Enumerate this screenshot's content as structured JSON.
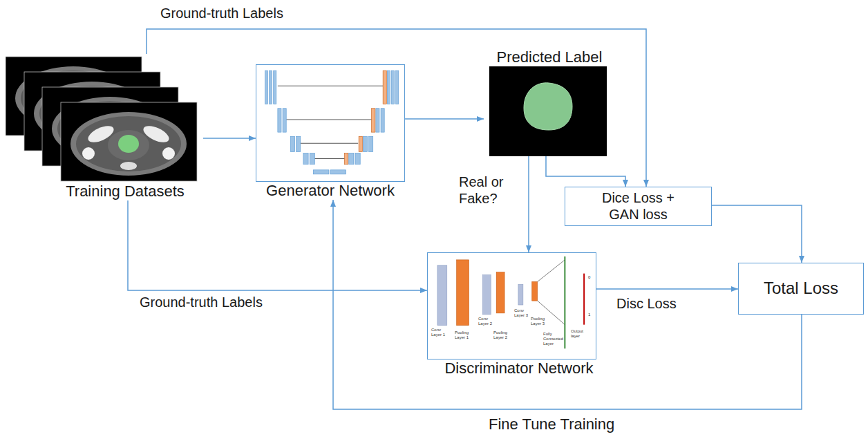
{
  "diagram": {
    "nodes": [
      {
        "text": [
          "Training Datasets"
        ]
      },
      {
        "text": [
          "Generator Network"
        ]
      },
      {
        "text": [
          "Predicted Label"
        ]
      },
      {
        "text": [
          "Dice Loss + GAN loss"
        ]
      },
      {
        "text": [
          "Discriminator Network"
        ]
      },
      {
        "text": [
          "Total Loss"
        ]
      }
    ],
    "edges": [
      {
        "from": 0,
        "to": 1,
        "arrow": "to"
      },
      {
        "from": 1,
        "to": 2,
        "arrow": "to"
      },
      {
        "from": 0,
        "to": 3,
        "label": "Ground-truth Labels",
        "arrow": "to"
      },
      {
        "from": 2,
        "to": 4,
        "label": "Real or Fake?",
        "arrow": "to"
      },
      {
        "from": 2,
        "to": 3,
        "arrow": "to"
      },
      {
        "from": 0,
        "to": 4,
        "label": "Ground-truth Labels",
        "arrow": "to"
      },
      {
        "from": 3,
        "to": 5,
        "arrow": "to"
      },
      {
        "from": 4,
        "to": 5,
        "label": "Disc Loss",
        "arrow": "to"
      },
      {
        "from": 5,
        "to": 1,
        "label": "Fine Tune Training",
        "arrow": "to"
      }
    ],
    "labels": [
      "Conv Layer 1",
      "Pooling Layer 1",
      "Conv Layer 2",
      "Pooling Layer 2",
      "Conv Layer 3",
      "Pooling Layer 3",
      "Fully Connected Layer",
      "Output layer",
      "0",
      "1"
    ]
  }
}
